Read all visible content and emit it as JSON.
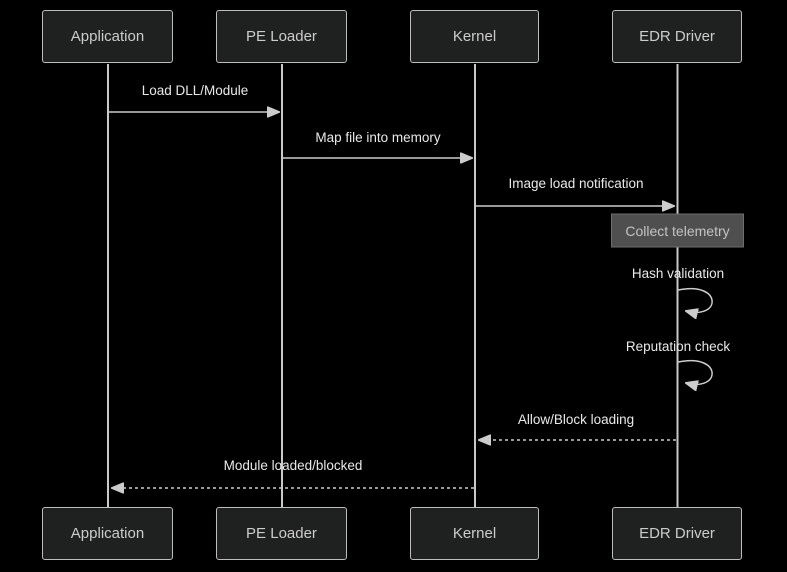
{
  "diagram": {
    "type": "sequence-diagram",
    "theme": "dark",
    "actors": [
      {
        "name": "Application"
      },
      {
        "name": "PE Loader"
      },
      {
        "name": "Kernel"
      },
      {
        "name": "EDR Driver"
      }
    ],
    "messages": [
      {
        "label": "Load DLL/Module",
        "from": "Application",
        "to": "PE Loader",
        "line": "solid"
      },
      {
        "label": "Map file into memory",
        "from": "PE Loader",
        "to": "Kernel",
        "line": "solid"
      },
      {
        "label": "Image load notification",
        "from": "Kernel",
        "to": "EDR Driver",
        "line": "solid"
      },
      {
        "label": "Hash validation",
        "from": "EDR Driver",
        "to": "EDR Driver",
        "line": "self-loop"
      },
      {
        "label": "Reputation check",
        "from": "EDR Driver",
        "to": "EDR Driver",
        "line": "self-loop"
      },
      {
        "label": "Allow/Block loading",
        "from": "EDR Driver",
        "to": "Kernel",
        "line": "dashed"
      },
      {
        "label": "Module loaded/blocked",
        "from": "Kernel",
        "to": "Application",
        "line": "dashed"
      }
    ],
    "note": {
      "label": "Collect telemetry",
      "over": "EDR Driver"
    },
    "colors": {
      "background": "#000000",
      "actor_fill": "#1f2020",
      "actor_border": "#bdbdbd",
      "actor_text": "#cccccc",
      "lifeline": "#c9c9c9",
      "message_line": "#cccccc",
      "message_text": "#e9e9e9",
      "note_fill": "#4f4f4f",
      "note_border": "#6e6e6e",
      "note_text": "#c3c3c3"
    }
  }
}
